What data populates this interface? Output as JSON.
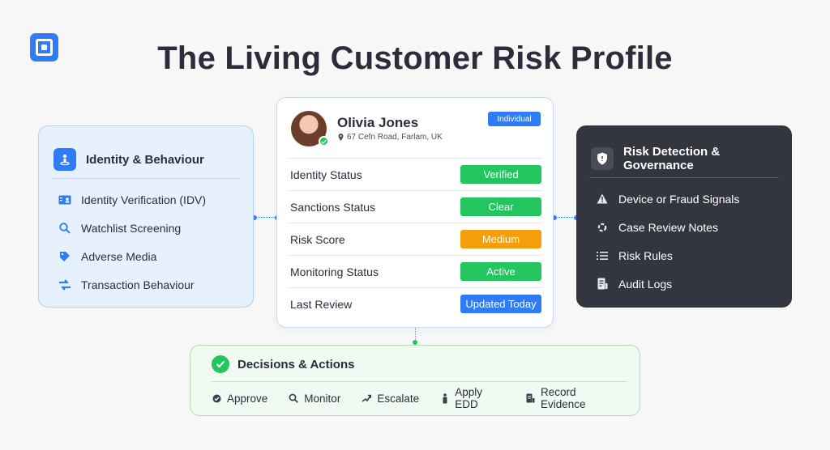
{
  "title": "The Living Customer Risk Profile",
  "colors": {
    "accent_blue": "#2f7cf6",
    "success_green": "#22c55e",
    "warning_orange": "#f59e0b",
    "dark_card": "#33353f"
  },
  "left_panel": {
    "title": "Identity & Behaviour",
    "icon": "person-pin-icon",
    "items": [
      {
        "label": "Identity Verification (IDV)",
        "icon": "id-card-icon"
      },
      {
        "label": "Watchlist Screening",
        "icon": "magnifier-icon"
      },
      {
        "label": "Adverse Media",
        "icon": "tag-icon"
      },
      {
        "label": "Transaction Behaviour",
        "icon": "transfer-icon"
      }
    ]
  },
  "profile": {
    "name": "Olivia Jones",
    "address": "67 Cefn Road, Farlam, UK",
    "badge": "Individual",
    "rows": [
      {
        "label": "Identity Status",
        "status": "Verified",
        "color": "#22c55e"
      },
      {
        "label": "Sanctions Status",
        "status": "Clear",
        "color": "#22c55e"
      },
      {
        "label": "Risk Score",
        "status": "Medium",
        "color": "#f59e0b"
      },
      {
        "label": "Monitoring Status",
        "status": "Active",
        "color": "#22c55e"
      },
      {
        "label": "Last Review",
        "status": "Updated Today",
        "color": "#2f7cf6"
      }
    ]
  },
  "right_panel": {
    "title": "Risk Detection & Governance",
    "icon": "shield-icon",
    "items": [
      {
        "label": "Device or Fraud Signals",
        "icon": "warning-icon"
      },
      {
        "label": "Case Review Notes",
        "icon": "notes-icon"
      },
      {
        "label": "Risk Rules",
        "icon": "list-icon"
      },
      {
        "label": "Audit Logs",
        "icon": "document-icon"
      }
    ]
  },
  "decisions": {
    "title": "Decisions & Actions",
    "icon": "check-circle-icon",
    "actions": [
      {
        "label": "Approve",
        "icon": "approve-icon"
      },
      {
        "label": "Monitor",
        "icon": "monitor-icon"
      },
      {
        "label": "Escalate",
        "icon": "escalate-icon"
      },
      {
        "label": "Apply EDD",
        "icon": "person-icon"
      },
      {
        "label": "Record Evidence",
        "icon": "record-icon"
      }
    ]
  }
}
